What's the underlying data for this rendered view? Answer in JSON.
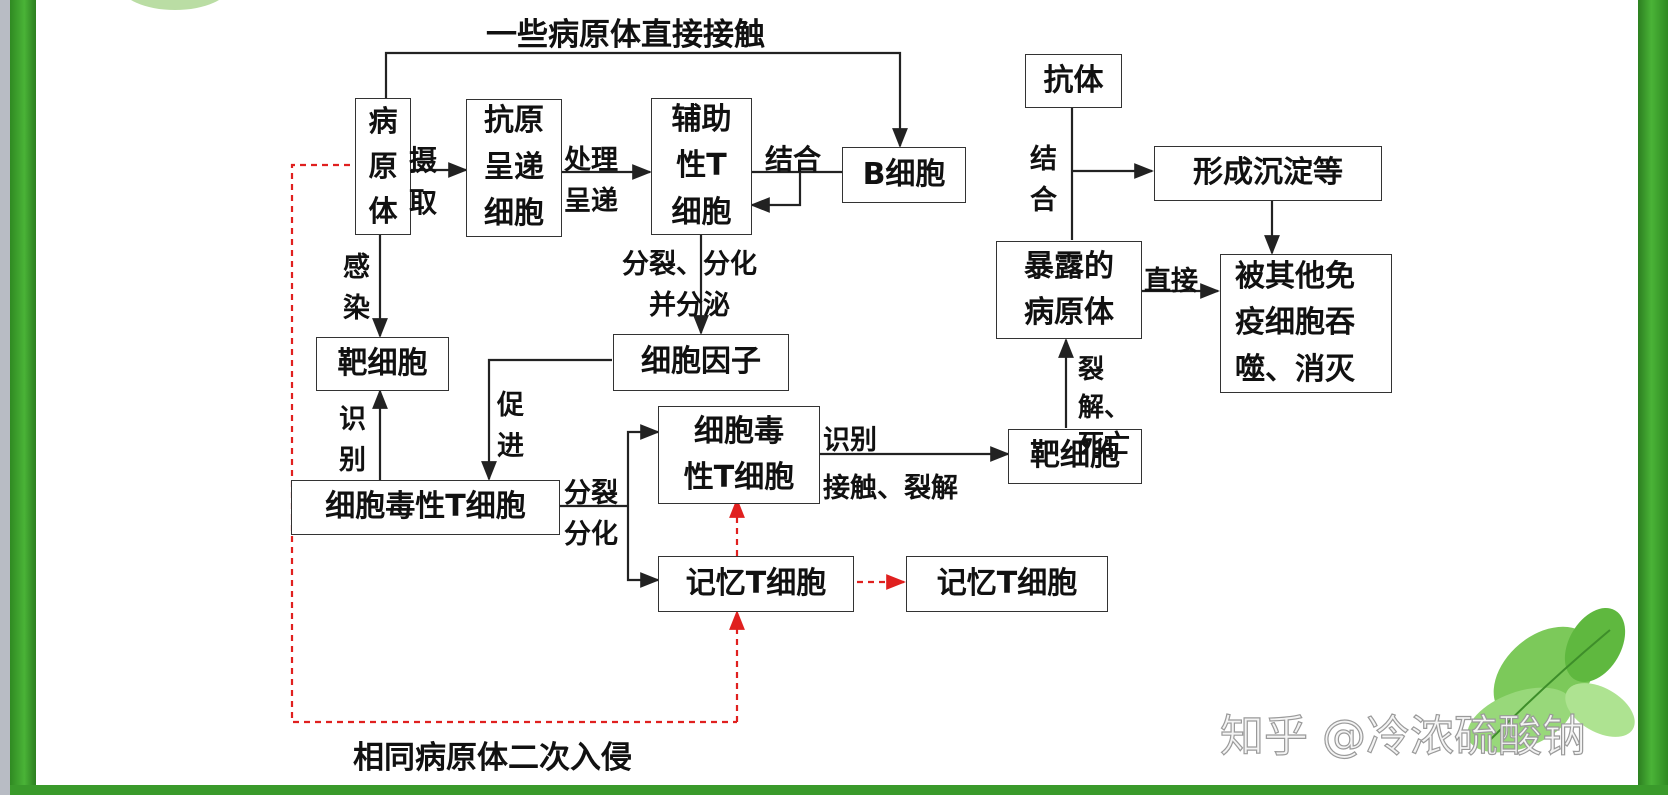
{
  "nodes": {
    "pathogen": "病\n原\n体",
    "apc": "抗原\n呈递\n细胞",
    "helper_t": "辅助\n性T\n细胞",
    "b_cell": "B细胞",
    "target_cell_left": "靶细胞",
    "cytokine": "细胞因子",
    "ctl_parent": "细胞毒性T细胞",
    "ctl_effector": "细胞毒\n性T细胞",
    "memory_t": "记忆T细胞",
    "memory_t_2": "记忆T细胞",
    "target_cell_right": "靶细胞",
    "antibody": "抗体",
    "precipitate": "形成沉淀等",
    "exposed_pathogen": "暴露的\n病原体",
    "phagocytosed": "被其他免\n疫细胞吞\n噬、消灭"
  },
  "labels": {
    "direct_contact": "一些病原体直接接触",
    "uptake": "摄\n取",
    "process_present": "处理\n呈递",
    "bind_left": "结合",
    "infect": "感\n染",
    "divide_secrete": "分裂、分化\n并分泌",
    "recognize_left": "识\n别",
    "promote": "促\n进",
    "divide_diff": "分裂\n分化",
    "recognize_right": "识别",
    "contact_lyse": "接触、裂解",
    "lyse_death": "裂\n解、\n死亡",
    "bind_right": "结\n合",
    "direct": "直接",
    "reinvasion": "相同病原体二次入侵"
  },
  "watermark": "知乎 @冷浓硫酸钠",
  "colors": {
    "line": "#222222",
    "secondary_response": "#e0201f",
    "frame_green": "#3fa52e"
  }
}
